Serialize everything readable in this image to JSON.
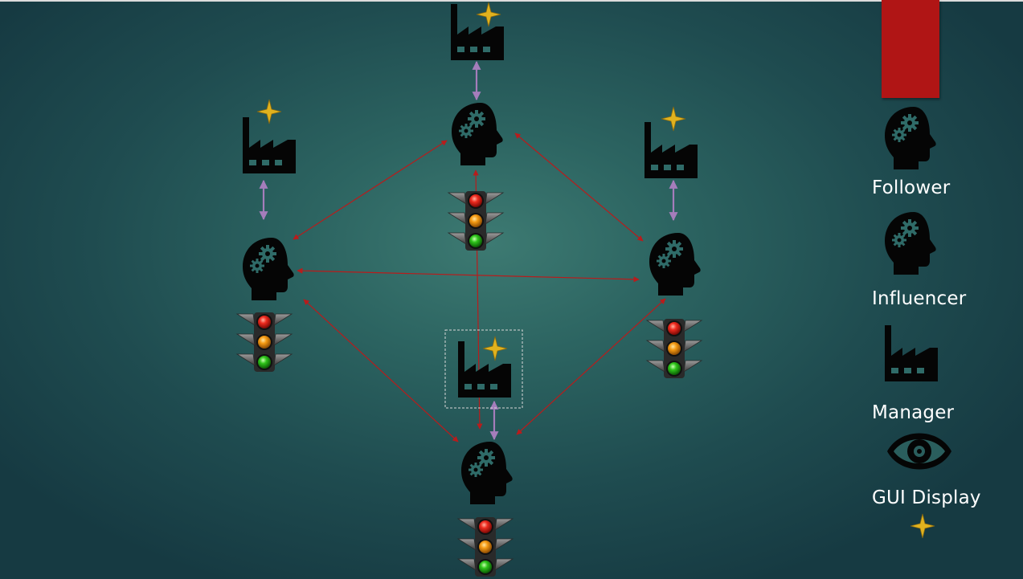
{
  "legend": {
    "follower_label": "Follower",
    "influencer_label": "Influencer",
    "manager_label": "Manager",
    "gui_label": "GUI Display"
  },
  "colors": {
    "link_red": "#b81c1c",
    "link_purple": "#9b6fb0",
    "star": "#e0b21e",
    "accent_bar": "#b01515"
  },
  "icons": [
    "head-gears-icon",
    "factory-icon",
    "traffic-light-icon",
    "eye-icon",
    "star-icon"
  ]
}
